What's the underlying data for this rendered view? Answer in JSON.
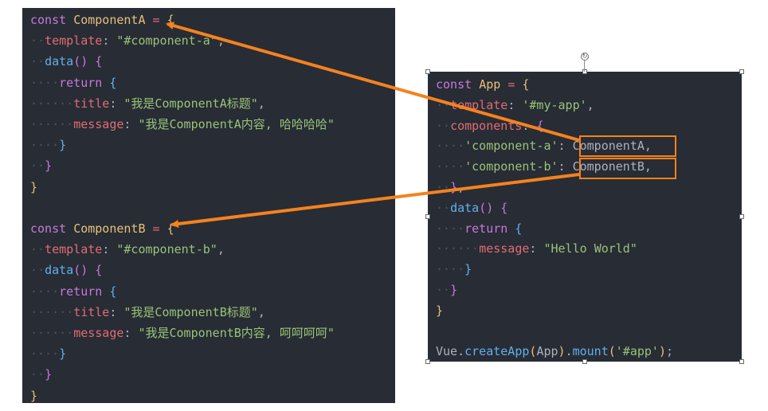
{
  "left_panel": {
    "lines": [
      [
        {
          "t": "const",
          "c": "kw"
        },
        {
          "t": " ",
          "c": "ws"
        },
        {
          "t": "ComponentA",
          "c": "id"
        },
        {
          "t": " ",
          "c": "ws"
        },
        {
          "t": "=",
          "c": "op"
        },
        {
          "t": " ",
          "c": "ws"
        },
        {
          "t": "{",
          "c": "br1"
        }
      ],
      [
        {
          "t": "··",
          "c": "ws"
        },
        {
          "t": "template",
          "c": "prop"
        },
        {
          "t": ":",
          "c": "plain"
        },
        {
          "t": " ",
          "c": "ws"
        },
        {
          "t": "\"#component-a\"",
          "c": "str"
        },
        {
          "t": ",",
          "c": "plain"
        }
      ],
      [
        {
          "t": "··",
          "c": "ws"
        },
        {
          "t": "data",
          "c": "fn"
        },
        {
          "t": "()",
          "c": "br2"
        },
        {
          "t": " ",
          "c": "ws"
        },
        {
          "t": "{",
          "c": "br2"
        }
      ],
      [
        {
          "t": "····",
          "c": "ws"
        },
        {
          "t": "return",
          "c": "kw"
        },
        {
          "t": " ",
          "c": "ws"
        },
        {
          "t": "{",
          "c": "br3"
        }
      ],
      [
        {
          "t": "······",
          "c": "ws"
        },
        {
          "t": "title",
          "c": "prop"
        },
        {
          "t": ":",
          "c": "plain"
        },
        {
          "t": " ",
          "c": "ws"
        },
        {
          "t": "\"我是ComponentA标题\"",
          "c": "str"
        },
        {
          "t": ",",
          "c": "plain"
        }
      ],
      [
        {
          "t": "······",
          "c": "ws"
        },
        {
          "t": "message",
          "c": "prop"
        },
        {
          "t": ":",
          "c": "plain"
        },
        {
          "t": " ",
          "c": "ws"
        },
        {
          "t": "\"我是ComponentA内容, 哈哈哈哈\"",
          "c": "str"
        }
      ],
      [
        {
          "t": "····",
          "c": "ws"
        },
        {
          "t": "}",
          "c": "br3"
        }
      ],
      [
        {
          "t": "··",
          "c": "ws"
        },
        {
          "t": "}",
          "c": "br2"
        }
      ],
      [
        {
          "t": "}",
          "c": "br1"
        }
      ],
      [],
      [
        {
          "t": "const",
          "c": "kw"
        },
        {
          "t": " ",
          "c": "ws"
        },
        {
          "t": "ComponentB",
          "c": "id"
        },
        {
          "t": " ",
          "c": "ws"
        },
        {
          "t": "=",
          "c": "op"
        },
        {
          "t": " ",
          "c": "ws"
        },
        {
          "t": "{",
          "c": "br1"
        }
      ],
      [
        {
          "t": "··",
          "c": "ws"
        },
        {
          "t": "template",
          "c": "prop"
        },
        {
          "t": ":",
          "c": "plain"
        },
        {
          "t": " ",
          "c": "ws"
        },
        {
          "t": "\"#component-b\"",
          "c": "str"
        },
        {
          "t": ",",
          "c": "plain"
        }
      ],
      [
        {
          "t": "··",
          "c": "ws"
        },
        {
          "t": "data",
          "c": "fn"
        },
        {
          "t": "()",
          "c": "br2"
        },
        {
          "t": " ",
          "c": "ws"
        },
        {
          "t": "{",
          "c": "br2"
        }
      ],
      [
        {
          "t": "····",
          "c": "ws"
        },
        {
          "t": "return",
          "c": "kw"
        },
        {
          "t": " ",
          "c": "ws"
        },
        {
          "t": "{",
          "c": "br3"
        }
      ],
      [
        {
          "t": "······",
          "c": "ws"
        },
        {
          "t": "title",
          "c": "prop"
        },
        {
          "t": ":",
          "c": "plain"
        },
        {
          "t": " ",
          "c": "ws"
        },
        {
          "t": "\"我是ComponentB标题\"",
          "c": "str"
        },
        {
          "t": ",",
          "c": "plain"
        }
      ],
      [
        {
          "t": "······",
          "c": "ws"
        },
        {
          "t": "message",
          "c": "prop"
        },
        {
          "t": ":",
          "c": "plain"
        },
        {
          "t": " ",
          "c": "ws"
        },
        {
          "t": "\"我是ComponentB内容, 呵呵呵呵\"",
          "c": "str"
        }
      ],
      [
        {
          "t": "····",
          "c": "ws"
        },
        {
          "t": "}",
          "c": "br3"
        }
      ],
      [
        {
          "t": "··",
          "c": "ws"
        },
        {
          "t": "}",
          "c": "br2"
        }
      ],
      [
        {
          "t": "}",
          "c": "br1"
        }
      ]
    ]
  },
  "right_panel": {
    "lines": [
      [
        {
          "t": "const",
          "c": "kw"
        },
        {
          "t": " ",
          "c": "ws"
        },
        {
          "t": "App",
          "c": "id"
        },
        {
          "t": " ",
          "c": "ws"
        },
        {
          "t": "=",
          "c": "op"
        },
        {
          "t": " ",
          "c": "ws"
        },
        {
          "t": "{",
          "c": "br1"
        }
      ],
      [
        {
          "t": "··",
          "c": "ws"
        },
        {
          "t": "template",
          "c": "prop"
        },
        {
          "t": ":",
          "c": "plain"
        },
        {
          "t": " ",
          "c": "ws"
        },
        {
          "t": "'#my-app'",
          "c": "str"
        },
        {
          "t": ",",
          "c": "plain"
        }
      ],
      [
        {
          "t": "··",
          "c": "ws"
        },
        {
          "t": "components",
          "c": "prop"
        },
        {
          "t": ":",
          "c": "plain"
        },
        {
          "t": " ",
          "c": "ws"
        },
        {
          "t": "{",
          "c": "br2"
        }
      ],
      [
        {
          "t": "····",
          "c": "ws"
        },
        {
          "t": "'component-a'",
          "c": "str"
        },
        {
          "t": ":",
          "c": "plain"
        },
        {
          "t": " ",
          "c": "ws"
        },
        {
          "t": "ComponentA,",
          "c": "plain"
        }
      ],
      [
        {
          "t": "····",
          "c": "ws"
        },
        {
          "t": "'component-b'",
          "c": "str"
        },
        {
          "t": ":",
          "c": "plain"
        },
        {
          "t": " ",
          "c": "ws"
        },
        {
          "t": "ComponentB,",
          "c": "plain"
        }
      ],
      [
        {
          "t": "··",
          "c": "ws"
        },
        {
          "t": "}",
          "c": "br2"
        },
        {
          "t": ",",
          "c": "plain"
        }
      ],
      [
        {
          "t": "··",
          "c": "ws"
        },
        {
          "t": "data",
          "c": "fn"
        },
        {
          "t": "()",
          "c": "br2"
        },
        {
          "t": " ",
          "c": "ws"
        },
        {
          "t": "{",
          "c": "br2"
        }
      ],
      [
        {
          "t": "····",
          "c": "ws"
        },
        {
          "t": "return",
          "c": "kw"
        },
        {
          "t": " ",
          "c": "ws"
        },
        {
          "t": "{",
          "c": "br3"
        }
      ],
      [
        {
          "t": "······",
          "c": "ws"
        },
        {
          "t": "message",
          "c": "prop"
        },
        {
          "t": ":",
          "c": "plain"
        },
        {
          "t": " ",
          "c": "ws"
        },
        {
          "t": "\"Hello",
          "c": "str"
        },
        {
          "t": " ",
          "c": "ws"
        },
        {
          "t": "World\"",
          "c": "str"
        }
      ],
      [
        {
          "t": "····",
          "c": "ws"
        },
        {
          "t": "}",
          "c": "br3"
        }
      ],
      [
        {
          "t": "··",
          "c": "ws"
        },
        {
          "t": "}",
          "c": "br2"
        }
      ],
      [
        {
          "t": "}",
          "c": "br1"
        }
      ],
      [],
      [
        {
          "t": "Vue",
          "c": "plain"
        },
        {
          "t": ".",
          "c": "plain"
        },
        {
          "t": "createApp",
          "c": "fn"
        },
        {
          "t": "(",
          "c": "br1"
        },
        {
          "t": "App",
          "c": "plain"
        },
        {
          "t": ")",
          "c": "br1"
        },
        {
          "t": ".",
          "c": "plain"
        },
        {
          "t": "mount",
          "c": "fn"
        },
        {
          "t": "(",
          "c": "br1"
        },
        {
          "t": "'#app'",
          "c": "str"
        },
        {
          "t": ")",
          "c": "br1"
        },
        {
          "t": ";",
          "c": "plain"
        }
      ]
    ]
  },
  "colors": {
    "accent_arrow": "#f5821f",
    "editor_background": "#282c34"
  },
  "icons": [
    "rotate-handle-icon"
  ]
}
